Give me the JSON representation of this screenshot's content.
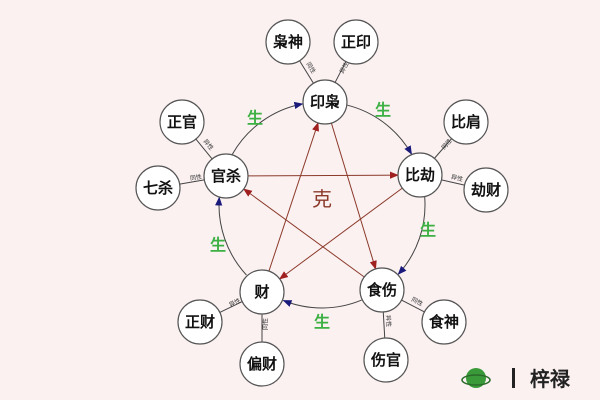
{
  "diagram": {
    "main_nodes": [
      {
        "id": "yin",
        "label": "印枭"
      },
      {
        "id": "bi",
        "label": "比劫"
      },
      {
        "id": "shi",
        "label": "食伤"
      },
      {
        "id": "cai",
        "label": "财"
      },
      {
        "id": "guan",
        "label": "官杀"
      }
    ],
    "sub_nodes": [
      {
        "parent": "yin",
        "label": "枭神",
        "relation": "同性"
      },
      {
        "parent": "yin",
        "label": "正印",
        "relation": "异性"
      },
      {
        "parent": "bi",
        "label": "比肩",
        "relation": "同性"
      },
      {
        "parent": "bi",
        "label": "劫财",
        "relation": "异性"
      },
      {
        "parent": "shi",
        "label": "食神",
        "relation": "同性"
      },
      {
        "parent": "shi",
        "label": "伤官",
        "relation": "异性"
      },
      {
        "parent": "cai",
        "label": "正财",
        "relation": "异性"
      },
      {
        "parent": "cai",
        "label": "偏财",
        "relation": "同性"
      },
      {
        "parent": "guan",
        "label": "正官",
        "relation": "异性"
      },
      {
        "parent": "guan",
        "label": "七杀",
        "relation": "同性"
      }
    ],
    "generate_label": "生",
    "generate_cycle": [
      [
        "guan",
        "yin"
      ],
      [
        "yin",
        "bi"
      ],
      [
        "bi",
        "shi"
      ],
      [
        "shi",
        "cai"
      ],
      [
        "cai",
        "guan"
      ]
    ],
    "control_label": "克",
    "control_edges": [
      [
        "cai",
        "yin"
      ],
      [
        "guan",
        "bi"
      ],
      [
        "shi",
        "guan"
      ],
      [
        "bi",
        "cai"
      ],
      [
        "yin",
        "shi"
      ]
    ],
    "colors": {
      "generate": "#3cb043",
      "control": "#8b3a2a",
      "arrow_generate": "#1a1a7a",
      "arrow_control": "#a02020",
      "background": "#fbf1f1"
    }
  },
  "watermark": {
    "text": "梓禄",
    "separator": "I"
  }
}
